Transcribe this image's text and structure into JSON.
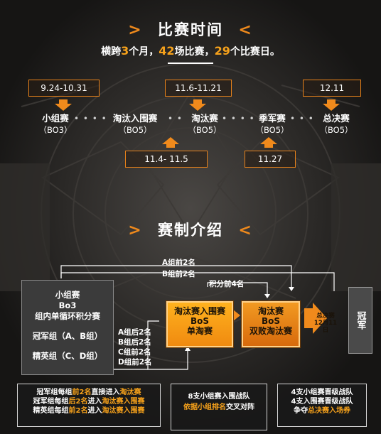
{
  "header1": {
    "title": "比赛时间"
  },
  "subtitle": {
    "p1": "横跨",
    "n1": "3",
    "p2": "个月，",
    "n2": "42",
    "p3": "场比赛，",
    "n3": "29",
    "p4": "个比赛日。"
  },
  "dates_top": [
    "9.24-10.31",
    "11.6-11.21",
    "12.11"
  ],
  "dates_bottom": [
    "11.4- 11.5",
    "11.27"
  ],
  "stages": [
    {
      "name": "小组赛",
      "bo": "（BO3）"
    },
    {
      "name": "淘汰入围赛",
      "bo": "（BO5）"
    },
    {
      "name": "淘汰赛",
      "bo": "（BO5）"
    },
    {
      "name": "季军赛",
      "bo": "（BO5）"
    },
    {
      "name": "总决赛",
      "bo": "（BO5）"
    }
  ],
  "header2": {
    "title": "赛制介绍"
  },
  "group_box": {
    "l1": "小组赛",
    "l2": "Bo3",
    "l3": "组内单循环积分赛",
    "l4": "冠军组（A、B组）",
    "l5": "精英组（C、D组）"
  },
  "flow_labels": {
    "a_top": "A组前2名",
    "b_top": "B组前2名",
    "points_top4": "积分前4名",
    "a2": "A组后2名",
    "b2": "B组后2名",
    "c2": "C组前2名",
    "d2": "D组前2名"
  },
  "box_qual": {
    "l1": "淘汰赛入围赛",
    "l2": "BoS",
    "l3": "单淘赛"
  },
  "box_elim": {
    "l1": "淘汰赛",
    "l2": "BoS",
    "l3": "双败淘汰赛"
  },
  "arrow_final": {
    "l1": "总决赛",
    "l2": "12月11日"
  },
  "champion": {
    "label": "冠军"
  },
  "info1": {
    "r1a": "冠军组每组",
    "r1b": "前2名",
    "r1c": "直接进入",
    "r1d": "淘汰赛",
    "r2a": "冠军组每组",
    "r2b": "后2名",
    "r2c": "进入",
    "r2d": "淘汰赛入围赛",
    "r3a": "精英组每组",
    "r3b": "前2名",
    "r3c": "进入",
    "r3d": "淘汰赛入围赛"
  },
  "info2": {
    "r1": "8支小组赛入围战队",
    "r2a": "依据小组排名",
    "r2b": "交叉对阵"
  },
  "info3": {
    "r1": "4支小组赛晋级战队",
    "r2": "4支入围赛晋级战队",
    "r3a": "争夺",
    "r3b": "总决赛入场券"
  },
  "colors": {
    "accent": "#f08a1c",
    "highlight": "#f7a21b",
    "background": "#1b1a19"
  }
}
